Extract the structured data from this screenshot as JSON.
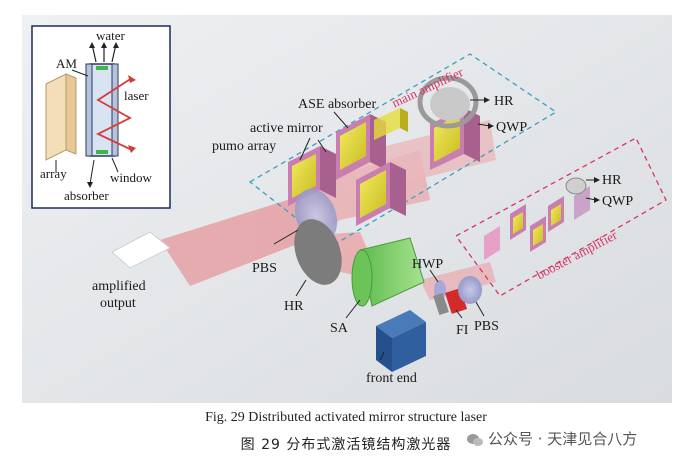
{
  "inset": {
    "water": "water",
    "am": "AM",
    "laser": "laser",
    "array": "array",
    "window": "window",
    "absorber": "absorber"
  },
  "main": {
    "main_amplifier": "main amplifier",
    "ase_absorber": "ASE absorber",
    "active_mirror": "active mirror",
    "pumo_array": "pumo array",
    "hr_top": "HR",
    "qwp_top": "QWP",
    "hr_right": "HR",
    "qwp_right": "QWP",
    "booster_amplifier": "booster amplifier",
    "hwp": "HWP",
    "pbs_left": "PBS",
    "pbs_right": "PBS",
    "amplified": "amplified",
    "output": "output",
    "hr_bottom": "HR",
    "sa": "SA",
    "fi": "FI",
    "front_end": "front end"
  },
  "caption": {
    "en": "Fig. 29    Distributed activated mirror structure laser",
    "zh": "图 29    分布式激活镜结构激光器"
  },
  "watermark": "公众号 · 天津见合八方",
  "colors": {
    "beam": "#e9a4a8",
    "dashed_main": "#3a9fc4",
    "dashed_booster": "#d8336a",
    "mirror_yellow": "#e6dc3a",
    "frame_magenta": "#c87fb0",
    "sa_green": "#7ed26a",
    "front_end_blue": "#2f5f9f",
    "fi_red": "#d42a2a"
  }
}
